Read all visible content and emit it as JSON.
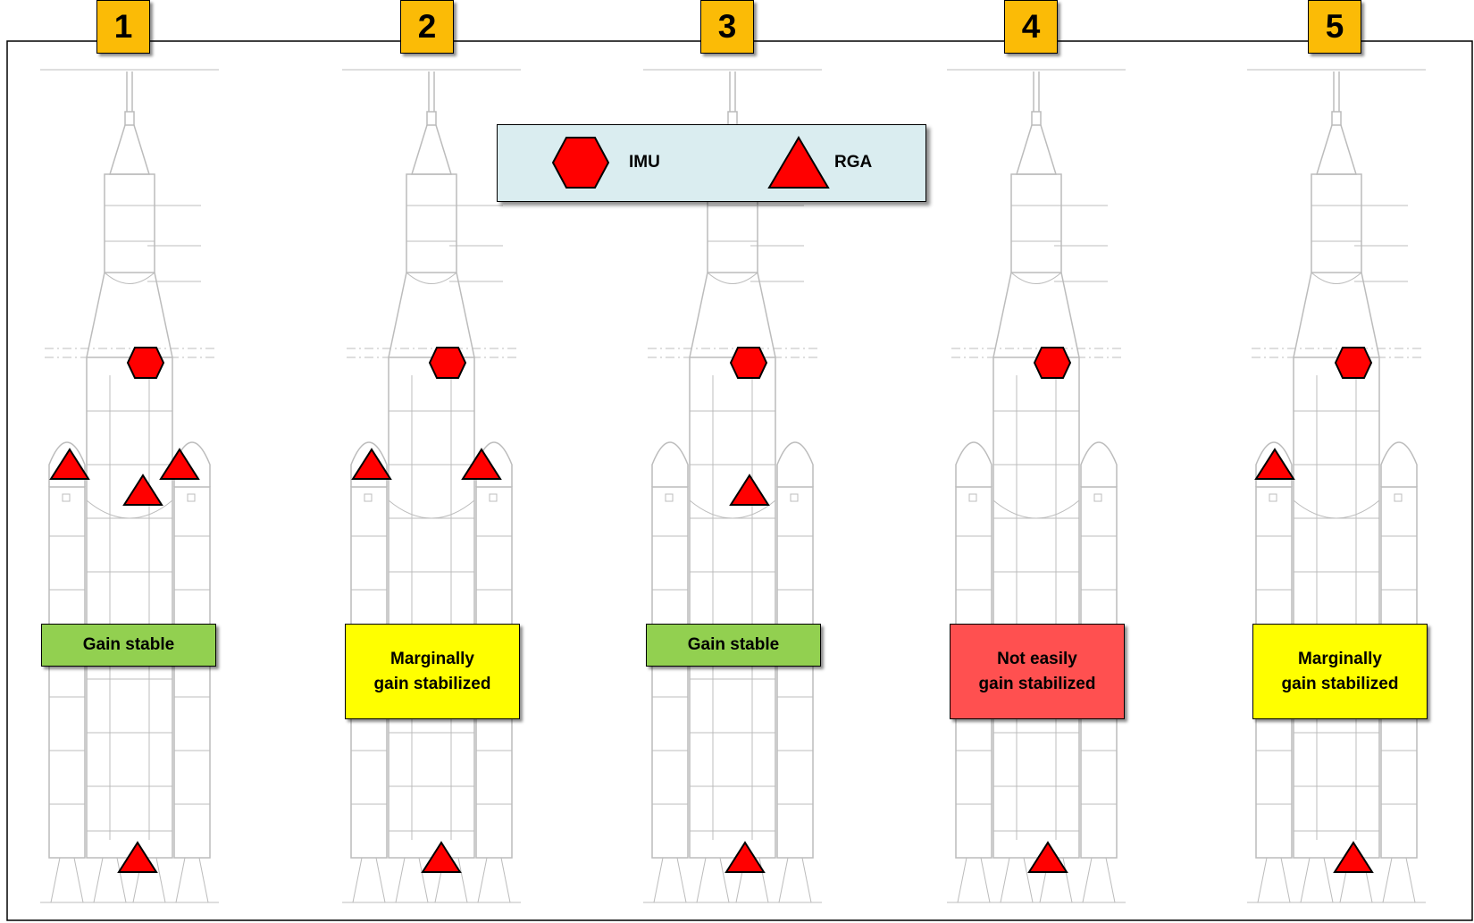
{
  "configurations": [
    {
      "number": "1",
      "status": "Gain stable",
      "status_color": "#92d050"
    },
    {
      "number": "2",
      "status": "Marginally gain stabilized",
      "status_color": "#ffff00"
    },
    {
      "number": "3",
      "status": "Gain stable",
      "status_color": "#92d050"
    },
    {
      "number": "4",
      "status": "Not easily gain stabilized",
      "status_color": "#ff5050"
    },
    {
      "number": "5",
      "status": "Marginally gain stabilized",
      "status_color": "#ffff00"
    }
  ],
  "legend": {
    "imu_label": "IMU",
    "rga_label": "RGA",
    "imu_icon": "red-hexagon",
    "rga_icon": "red-triangle"
  },
  "colors": {
    "number_box": "#fbbb06",
    "sensor_fill": "#ff0000",
    "legend_bg": "#daedf0",
    "rocket_line": "#bcbcbc"
  }
}
